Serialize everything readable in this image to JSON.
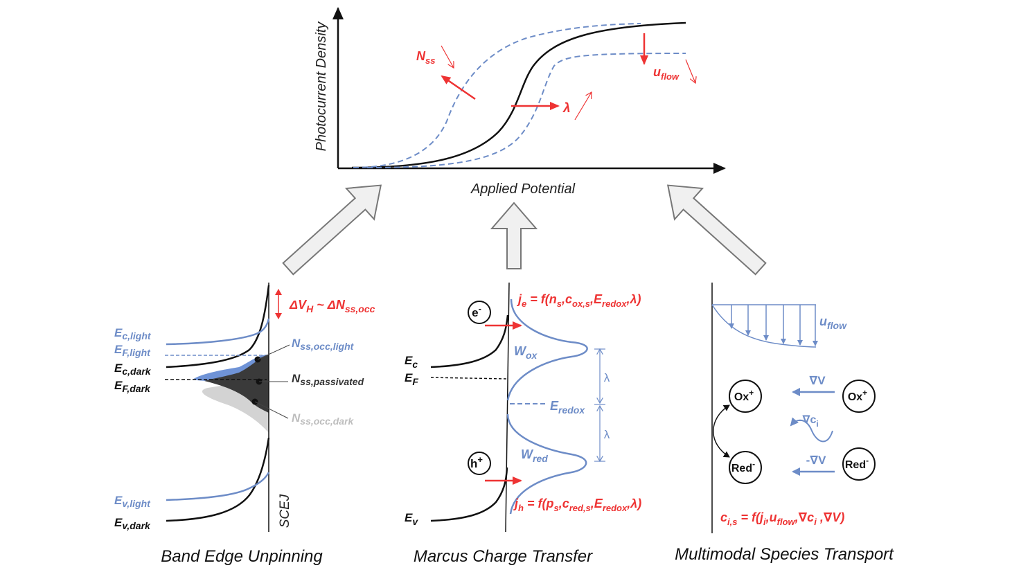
{
  "palette": {
    "black": "#111111",
    "red": "#ee3333",
    "blue": "#6d8cc7",
    "blue_fill": "#6f93d6",
    "dark_fill": "#3a3a3a",
    "light_gray": "#d3d3d3",
    "gray_text": "#bdbdbd",
    "arrow_fill": "#f0f0f0",
    "arrow_stroke": "#777777"
  },
  "top_plot": {
    "xlabel": "Applied Potential",
    "ylabel": "Photocurrent Density",
    "annotations": {
      "nss_main": "N",
      "nss_sub": "ss",
      "lambda": "λ",
      "uflow_main": "u",
      "uflow_sub": "flow"
    }
  },
  "panels": {
    "band_edge": {
      "title": "Band Edge Unpinning",
      "scej": "SCEJ",
      "ec_light": {
        "main": "E",
        "sub": "c,light"
      },
      "ef_light": {
        "main": "E",
        "sub": "F,light"
      },
      "ec_dark": {
        "main": "E",
        "sub": "c,dark"
      },
      "ef_dark": {
        "main": "E",
        "sub": "F,dark"
      },
      "ev_light": {
        "main": "E",
        "sub": "v,light"
      },
      "ev_dark": {
        "main": "E",
        "sub": "v,dark"
      },
      "nss_occ_light": {
        "main": "N",
        "sub": "ss,occ,light"
      },
      "nss_passivated": {
        "main": "N",
        "sub": "ss,passivated"
      },
      "nss_occ_dark": {
        "main": "N",
        "sub": "ss,occ,dark"
      },
      "delta_vh": {
        "a": "ΔV",
        "a_sub": "H",
        "b": " ~ ΔN",
        "b_sub": "ss,occ"
      }
    },
    "marcus": {
      "title": "Marcus Charge Transfer",
      "electron": "e",
      "electron_sup": "-",
      "hole": "h",
      "hole_sup": "+",
      "ec": {
        "main": "E",
        "sub": "c"
      },
      "ef": {
        "main": "E",
        "sub": "F"
      },
      "ev": {
        "main": "E",
        "sub": "v"
      },
      "wox": {
        "main": "W",
        "sub": "ox"
      },
      "wred": {
        "main": "W",
        "sub": "red"
      },
      "eredox": {
        "main": "E",
        "sub": "redox"
      },
      "lambda": "λ",
      "je_eq": {
        "p1": "j",
        "s1": "e",
        "p2": " = f(n",
        "s2": "s",
        "p3": ",c",
        "s3": "ox,s",
        "p4": ",E",
        "s4": "redox",
        "p5": ",λ)"
      },
      "jh_eq": {
        "p1": "j",
        "s1": "h",
        "p2": " = f(p",
        "s2": "s",
        "p3": ",c",
        "s3": "red,s",
        "p4": ",E",
        "s4": "redox",
        "p5": ",λ)"
      }
    },
    "transport": {
      "title": "Multimodal Species Transport",
      "uflow": {
        "main": "u",
        "sub": "flow"
      },
      "ox": "Ox",
      "ox_sup": "+",
      "red": "Red",
      "red_sup": "-",
      "grad_v": "∇V",
      "neg_grad_c": {
        "main": "-∇c",
        "sub": "i"
      },
      "neg_grad_v": "-∇V",
      "cis_eq": {
        "p1": "c",
        "s1": "i,s",
        "p2": " = f(j",
        "s2": "i",
        "p3": ",u",
        "s3": "flow",
        "p4": ",∇c",
        "s4": "i",
        "p5": " ,∇V)"
      }
    }
  }
}
